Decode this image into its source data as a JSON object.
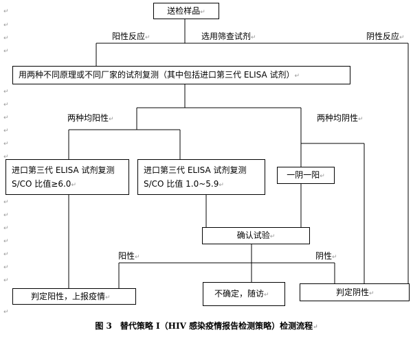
{
  "diagram": {
    "nodes": {
      "sample": "送检样品",
      "retest": "用两种不同原理或不同厂家的试剂复测（其中包括进口第三代 ELISA 试剂）",
      "high_sco": "进口第三代 ELISA 试剂复测 S/CO 比值≥6.0",
      "mid_sco": "进口第三代 ELISA 试剂复测 S/CO 比值 1.0~5.9",
      "one_pos_one_neg": "一阴一阳",
      "confirm": "确认试验",
      "judge_positive": "判定阳性，上报疫情",
      "uncertain": "不确定，随访",
      "judge_negative": "判定阴性"
    },
    "labels": {
      "positive_reaction": "阳性反应",
      "select_screening": "选用筛查试剂",
      "negative_reaction": "阴性反应",
      "both_positive": "两种均阳性",
      "both_negative": "两种均阴性",
      "positive": "阳性",
      "negative": "阴性"
    },
    "caption": "图 3　替代策略 I（HIV 感染疫情报告检测策略）检测流程",
    "paragraph_mark": "↵"
  }
}
